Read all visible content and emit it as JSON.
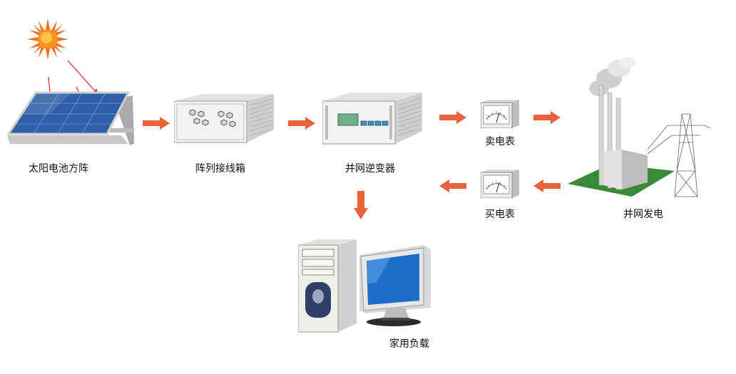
{
  "colors": {
    "arrow": "#e8623a",
    "panel": "#2f5fa8",
    "grass": "#3a8a3a",
    "sun": "#f26a1b"
  },
  "nodes": {
    "solar_array": {
      "label": "太阳电池方阵",
      "icon": "solar-panel-icon"
    },
    "combiner_box": {
      "label": "阵列接线箱",
      "icon": "combiner-box-icon"
    },
    "inverter": {
      "label": "并网逆变器",
      "icon": "inverter-icon"
    },
    "sell_meter": {
      "label": "卖电表",
      "icon": "meter-icon"
    },
    "buy_meter": {
      "label": "买电表",
      "icon": "meter-icon"
    },
    "grid": {
      "label": "并网发电",
      "icon": "power-plant-icon"
    },
    "load": {
      "label": "家用负载",
      "icon": "computer-icon"
    }
  }
}
